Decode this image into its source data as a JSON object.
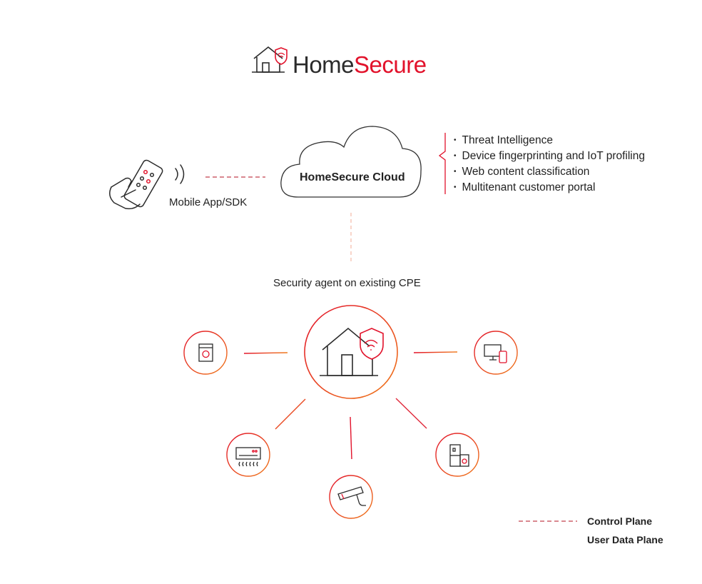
{
  "brand": {
    "word1": "Home",
    "word2": "Secure"
  },
  "cloud": {
    "label": "HomeSecure Cloud"
  },
  "mobile": {
    "label": "Mobile App/SDK"
  },
  "agent": {
    "label": "Security agent on existing CPE"
  },
  "features": [
    "Threat Intelligence",
    "Device fingerprinting and IoT profiling",
    "Web content classification",
    "Multitenant customer portal"
  ],
  "legend": {
    "control": "Control Plane",
    "user": "User Data Plane"
  },
  "devices": [
    {
      "icon": "washing-machine-icon"
    },
    {
      "icon": "computer-devices-icon"
    },
    {
      "icon": "air-conditioner-icon"
    },
    {
      "icon": "security-camera-icon"
    },
    {
      "icon": "refrigerator-icon"
    }
  ],
  "colors": {
    "red": "#e2122b",
    "orange": "#f07a1a",
    "dark": "#2b2b2b",
    "dash": "#b8434f"
  }
}
